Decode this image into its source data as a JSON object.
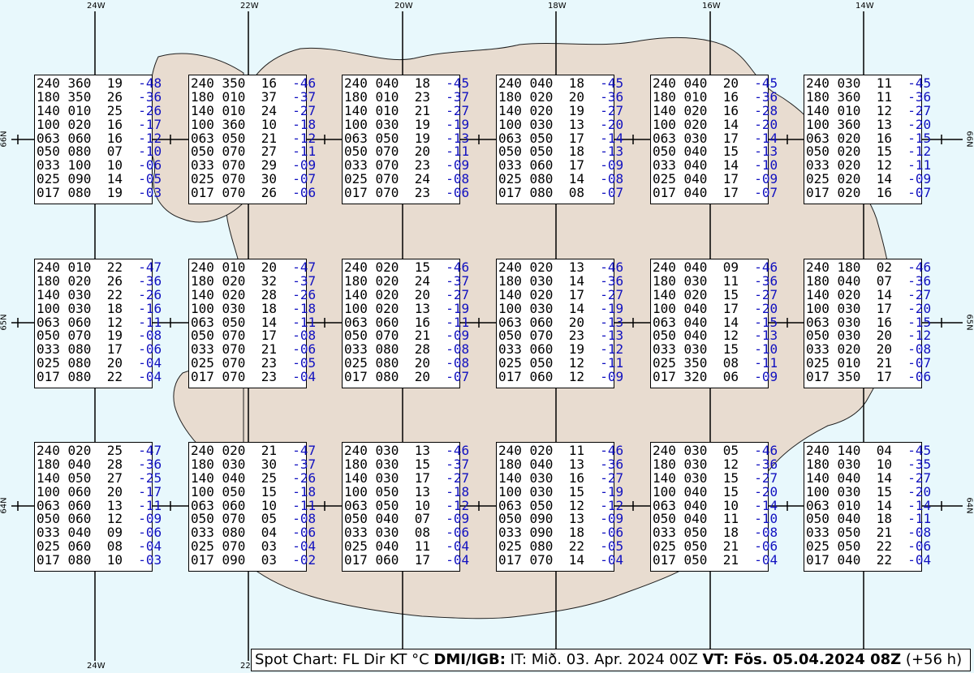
{
  "colors": {
    "sea": "#e8f8fc",
    "land": "#e8dcd0",
    "coast": "#202020",
    "grid": "#000000",
    "temp": "#1010c0"
  },
  "lon_labels": [
    "24W",
    "22W",
    "20W",
    "18W",
    "16W",
    "14W"
  ],
  "lat_labels": [
    "66N",
    "65N",
    "64N"
  ],
  "footer": {
    "part1": "Spot Chart: FL Dir KT °C ",
    "part2": "DMI/IGB:",
    "part3": " IT: Mið. 03. Apr. 2024 00Z ",
    "part4": "VT: Fös. 05.04.2024 08Z",
    "part5": " (+56 h)"
  },
  "grid": [
    [
      [
        "240 360 19 -48",
        "180 350 26 -36",
        "140 010 25 -26",
        "100 020 16 -17",
        "063 060 16 -12",
        "050 080 07 -10",
        "033 100 10 -06",
        "025 090 14 -05",
        "017 080 19 -03"
      ],
      [
        "240 350 16 -46",
        "180 010 37 -37",
        "140 010 24 -27",
        "100 360 10 -18",
        "063 050 21 -12",
        "050 070 27 -11",
        "033 070 29 -09",
        "025 070 30 -07",
        "017 070 26 -06"
      ],
      [
        "240 040 18 -45",
        "180 010 23 -37",
        "140 010 21 -27",
        "100 030 19 -19",
        "063 050 19 -13",
        "050 070 20 -11",
        "033 070 23 -09",
        "025 070 24 -08",
        "017 070 23 -06"
      ],
      [
        "240 040 18 -45",
        "180 020 20 -36",
        "140 020 19 -27",
        "100 030 13 -20",
        "063 050 17 -14",
        "050 050 18 -13",
        "033 060 17 -09",
        "025 080 14 -08",
        "017 080 08 -07"
      ],
      [
        "240 040 20 -45",
        "180 010 16 -36",
        "140 020 16 -28",
        "100 020 14 -20",
        "063 030 17 -14",
        "050 040 15 -13",
        "033 040 14 -10",
        "025 040 17 -09",
        "017 040 17 -07"
      ],
      [
        "240 030 11 -45",
        "180 360 11 -36",
        "140 010 12 -27",
        "100 360 13 -20",
        "063 020 16 -15",
        "050 020 15 -12",
        "033 020 12 -11",
        "025 020 14 -09",
        "017 020 16 -07"
      ]
    ],
    [
      [
        "240 010 22 -47",
        "180 020 26 -36",
        "140 030 22 -26",
        "100 030 18 -16",
        "063 060 12 -11",
        "050 070 19 -08",
        "033 080 17 -06",
        "025 080 20 -04",
        "017 080 22 -04"
      ],
      [
        "240 010 20 -47",
        "180 020 32 -37",
        "140 020 28 -26",
        "100 030 18 -18",
        "063 050 14 -11",
        "050 070 17 -08",
        "033 070 21 -06",
        "025 070 23 -05",
        "017 070 23 -04"
      ],
      [
        "240 020 15 -46",
        "180 020 24 -37",
        "140 020 20 -27",
        "100 020 13 -19",
        "063 060 16 -11",
        "050 070 21 -09",
        "033 080 28 -08",
        "025 080 20 -08",
        "017 080 20 -07"
      ],
      [
        "240 020 13 -46",
        "180 030 14 -36",
        "140 020 17 -27",
        "100 030 14 -19",
        "063 060 20 -13",
        "050 070 23 -13",
        "033 060 19 -12",
        "025 050 12 -11",
        "017 060 12 -09"
      ],
      [
        "240 040 09 -46",
        "180 030 11 -36",
        "140 020 15 -27",
        "100 040 17 -20",
        "063 040 14 -15",
        "050 040 12 -13",
        "033 030 15 -10",
        "025 350 08 -11",
        "017 320 06 -09"
      ],
      [
        "240 180 02 -46",
        "180 040 07 -36",
        "140 020 14 -27",
        "100 030 17 -20",
        "063 030 16 -15",
        "050 030 20 -12",
        "033 020 20 -08",
        "025 010 21 -07",
        "017 350 17 -06"
      ]
    ],
    [
      [
        "240 020 25 -47",
        "180 040 28 -36",
        "140 050 27 -25",
        "100 060 20 -17",
        "063 060 13 -11",
        "050 060 12 -09",
        "033 040 09 -06",
        "025 060 08 -04",
        "017 080 10 -03"
      ],
      [
        "240 020 21 -47",
        "180 030 30 -37",
        "140 040 25 -26",
        "100 050 15 -18",
        "063 060 10 -11",
        "050 070 05 -08",
        "033 080 04 -06",
        "025 070 03 -04",
        "017 090 03 -02"
      ],
      [
        "240 030 13 -46",
        "180 030 15 -37",
        "140 030 17 -27",
        "100 050 13 -18",
        "063 050 10 -12",
        "050 040 07 -09",
        "033 030 08 -06",
        "025 040 11 -04",
        "017 060 17 -04"
      ],
      [
        "240 020 11 -46",
        "180 040 13 -36",
        "140 030 16 -27",
        "100 030 15 -19",
        "063 050 12 -12",
        "050 090 13 -09",
        "033 090 18 -06",
        "025 080 22 -05",
        "017 070 14 -04"
      ],
      [
        "240 030 05 -46",
        "180 030 12 -36",
        "140 030 15 -27",
        "100 040 15 -20",
        "063 040 10 -14",
        "050 040 11 -10",
        "033 050 18 -08",
        "025 050 21 -06",
        "017 050 21 -04"
      ],
      [
        "240 140 04 -45",
        "180 030 10 -35",
        "140 040 14 -27",
        "100 030 15 -20",
        "063 010 14 -14",
        "050 040 18 -11",
        "033 050 21 -08",
        "025 050 22 -06",
        "017 040 22 -04"
      ]
    ]
  ]
}
